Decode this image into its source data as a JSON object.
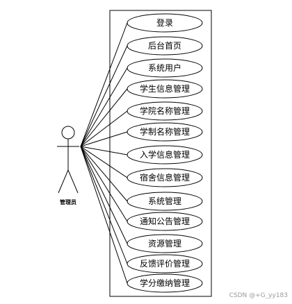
{
  "actor": {
    "label": "管理员"
  },
  "use_cases": [
    {
      "label": "登录"
    },
    {
      "label": "后台首页"
    },
    {
      "label": "系统用户"
    },
    {
      "label": "学生信息管理"
    },
    {
      "label": "学院名称管理"
    },
    {
      "label": "学制名称管理"
    },
    {
      "label": "入学信息管理"
    },
    {
      "label": "宿舍信息管理"
    },
    {
      "label": "系统管理"
    },
    {
      "label": "通知公告管理"
    },
    {
      "label": "资源管理"
    },
    {
      "label": "反馈评价管理"
    },
    {
      "label": "学分缴纳管理"
    }
  ],
  "watermark": "CSDN @+G_yy183"
}
